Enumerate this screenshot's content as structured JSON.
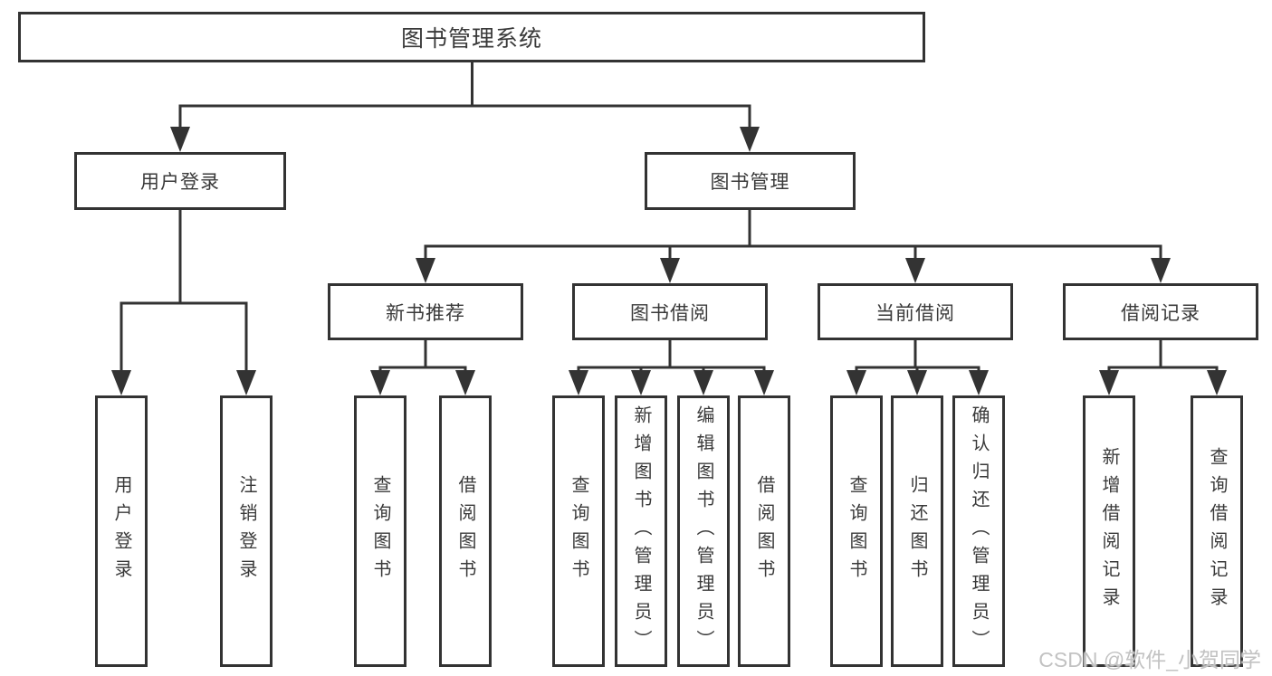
{
  "colors": {
    "line": "#333333",
    "text": "#3a3a3a",
    "box_bg": "#ffffff",
    "page_bg": "#ffffff",
    "watermark": "#c2c2c2"
  },
  "tree": {
    "label": "图书管理系统",
    "children": [
      {
        "label": "用户登录",
        "children": [
          {
            "label": "用户登录"
          },
          {
            "label": "注销登录"
          }
        ]
      },
      {
        "label": "图书管理",
        "children": [
          {
            "label": "新书推荐",
            "children": [
              {
                "label": "查询图书"
              },
              {
                "label": "借阅图书"
              }
            ]
          },
          {
            "label": "图书借阅",
            "children": [
              {
                "label": "查询图书"
              },
              {
                "label": "新增图书（管理员）"
              },
              {
                "label": "编辑图书（管理员）"
              },
              {
                "label": "借阅图书"
              }
            ]
          },
          {
            "label": "当前借阅",
            "children": [
              {
                "label": "查询图书"
              },
              {
                "label": "归还图书"
              },
              {
                "label": "确认归还（管理员）"
              }
            ]
          },
          {
            "label": "借阅记录",
            "children": [
              {
                "label": "新增借阅记录"
              },
              {
                "label": "查询借阅记录"
              }
            ]
          }
        ]
      }
    ]
  },
  "watermark": {
    "text": "CSDN @软件_小贺同学"
  }
}
